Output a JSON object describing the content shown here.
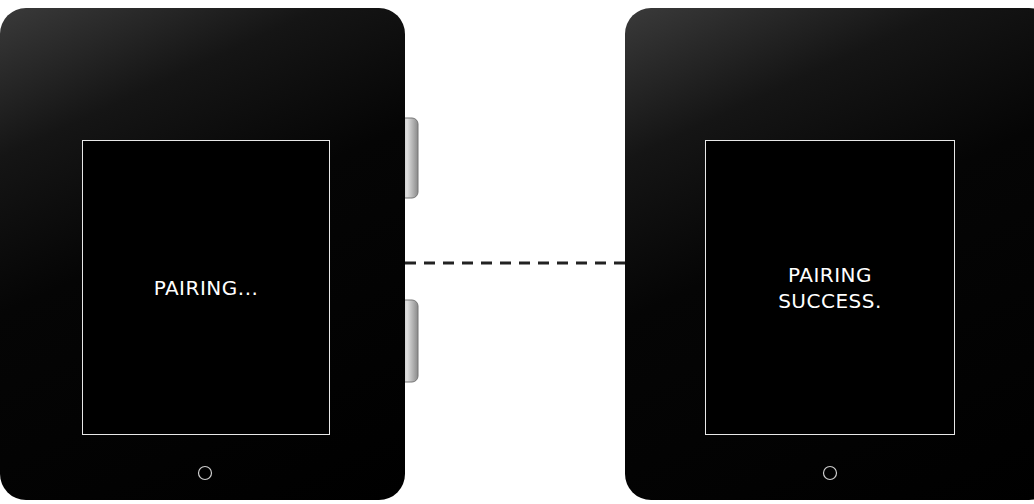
{
  "diagram": {
    "nodes": [
      {
        "text": [
          "PAIRING..."
        ]
      },
      {
        "text": [
          "PAIRING SUCCESS."
        ]
      }
    ],
    "edges": [
      {
        "from": 0,
        "to": 1,
        "arrow": "none"
      }
    ]
  }
}
